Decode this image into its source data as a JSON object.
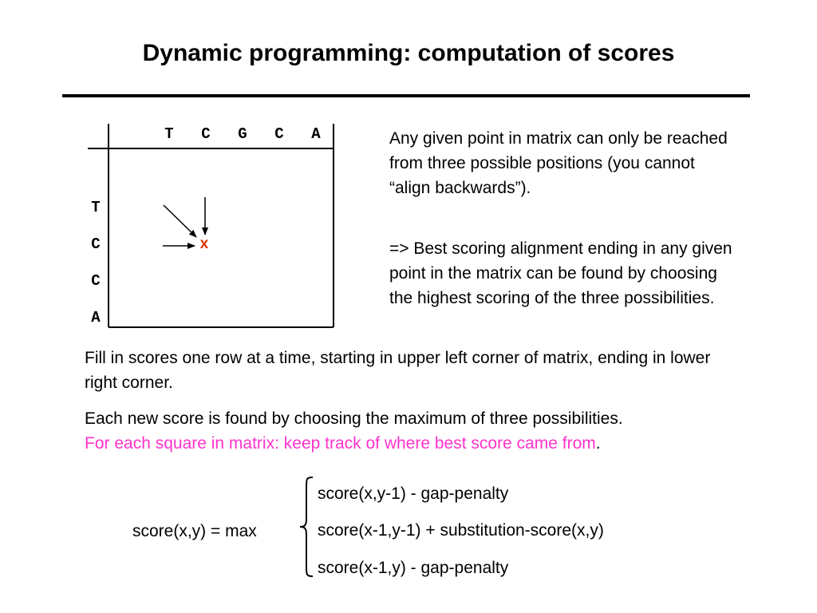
{
  "slide": {
    "title": "Dynamic programming: computation of scores"
  },
  "matrix": {
    "columns": [
      "T",
      "C",
      "G",
      "C",
      "A"
    ],
    "rows": [
      "T",
      "C",
      "C",
      "A"
    ],
    "current_cell_marker": "x",
    "marker_color": "#dd3300"
  },
  "side_text": {
    "para1": "Any given point in matrix can only be reached from three possible positions (you cannot “align backwards”).",
    "para2": "=> Best scoring alignment ending in any given point in the matrix can be found by choosing the highest scoring of the three possibilities."
  },
  "body_text": {
    "fill_in": "Fill in scores one row at a time, starting in upper left corner of matrix, ending in lower right corner.",
    "each_new": "Each new score is found by choosing the maximum of three possibilities.",
    "highlight": "For each square in matrix: keep track of where best score came from",
    "highlight_period": ".",
    "highlight_color": "#ff33cc"
  },
  "formula": {
    "lhs": "score(x,y) = max",
    "options": [
      "score(x,y-1) - gap-penalty",
      "score(x-1,y-1) + substitution-score(x,y)",
      "score(x-1,y) - gap-penalty"
    ]
  }
}
